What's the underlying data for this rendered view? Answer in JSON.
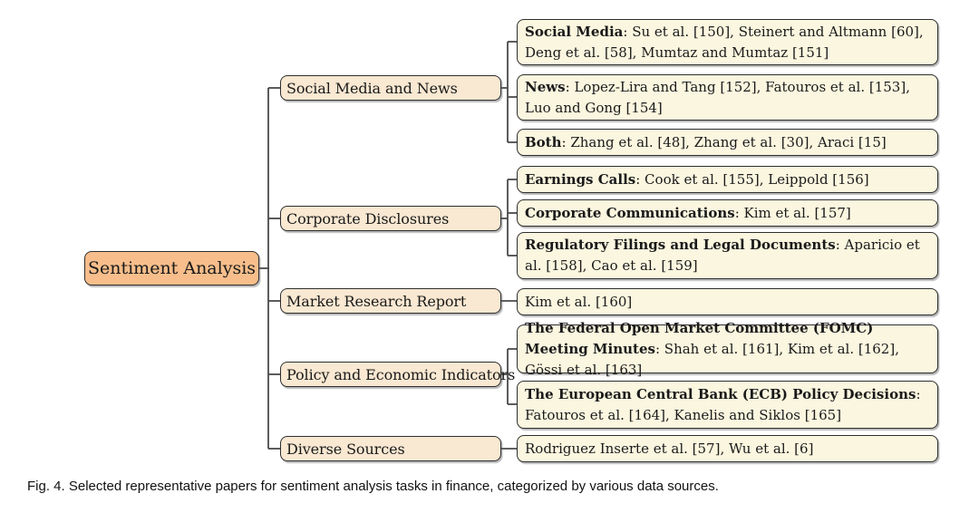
{
  "figure": {
    "root": {
      "label": "Sentiment Analysis"
    },
    "categories": [
      {
        "label": "Social Media and News",
        "children": [
          {
            "prefix": "Social Media",
            "text": ": Su et al. [150], Steinert and Altmann [60], Deng et al. [58], Mumtaz and Mumtaz [151]"
          },
          {
            "prefix": "News",
            "text": ": Lopez-Lira and Tang [152], Fatouros et al. [153], Luo and Gong [154]"
          },
          {
            "prefix": "Both",
            "text": ": Zhang et al. [48], Zhang et al. [30], Araci [15]"
          }
        ]
      },
      {
        "label": "Corporate Disclosures",
        "children": [
          {
            "prefix": "Earnings Calls",
            "text": ": Cook et al. [155], Leippold [156]"
          },
          {
            "prefix": "Corporate Communications",
            "text": ": Kim et al. [157]"
          },
          {
            "prefix": "Regulatory Filings and Legal Documents",
            "text": ": Aparicio et al. [158], Cao et al. [159]"
          }
        ]
      },
      {
        "label": "Market Research Report",
        "children": [
          {
            "prefix": "",
            "text": "Kim et al. [160]"
          }
        ]
      },
      {
        "label": "Policy and Economic Indicators",
        "children": [
          {
            "prefix": "The Federal Open Market Committee (FOMC) Meeting Minutes",
            "text": ": Shah et al. [161], Kim et al. [162], Gössi et al. [163]"
          },
          {
            "prefix": "The European Central Bank (ECB) Policy Decisions",
            "text": ": Fatouros et al. [164], Kanelis and Siklos [165]"
          }
        ]
      },
      {
        "label": "Diverse Sources",
        "children": [
          {
            "prefix": "",
            "text": "Rodriguez Inserte et al. [57], Wu et al. [6]"
          }
        ]
      }
    ],
    "caption": "Fig. 4. Selected representative papers for sentiment analysis tasks in finance, categorized by various data sources.",
    "colors": {
      "root_fill": "#F7BE8B",
      "category_fill": "#F9E8D2",
      "leaf_fill": "#FBF6DF",
      "border": "#2E2E2E",
      "connector": "#4A4A4A"
    }
  }
}
